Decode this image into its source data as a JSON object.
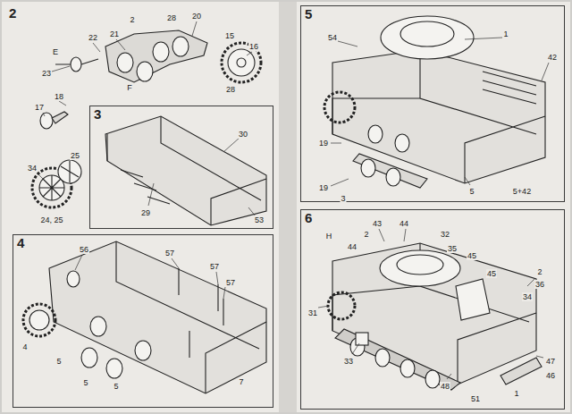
{
  "diagram": {
    "nodes": [
      {
        "text": [
          "2"
        ]
      },
      {
        "text": [
          "3"
        ]
      },
      {
        "text": [
          "4"
        ]
      },
      {
        "text": [
          "5"
        ]
      },
      {
        "text": [
          "6"
        ]
      }
    ],
    "labels": [
      "2",
      "28",
      "20",
      "22",
      "21",
      "15",
      "16",
      "E",
      "23",
      "28",
      "F",
      "18",
      "17",
      "34",
      "25",
      "24, 25",
      "30",
      "29",
      "53",
      "56",
      "57",
      "57",
      "57",
      "4",
      "5",
      "5",
      "5",
      "7",
      "54",
      "1",
      "42",
      "19",
      "3",
      "19",
      "5",
      "5+42",
      "43",
      "44",
      "H",
      "2",
      "44",
      "32",
      "35",
      "45",
      "45",
      "2",
      "36",
      "34",
      "31",
      "33",
      "48",
      "51",
      "1",
      "47",
      "46"
    ]
  }
}
